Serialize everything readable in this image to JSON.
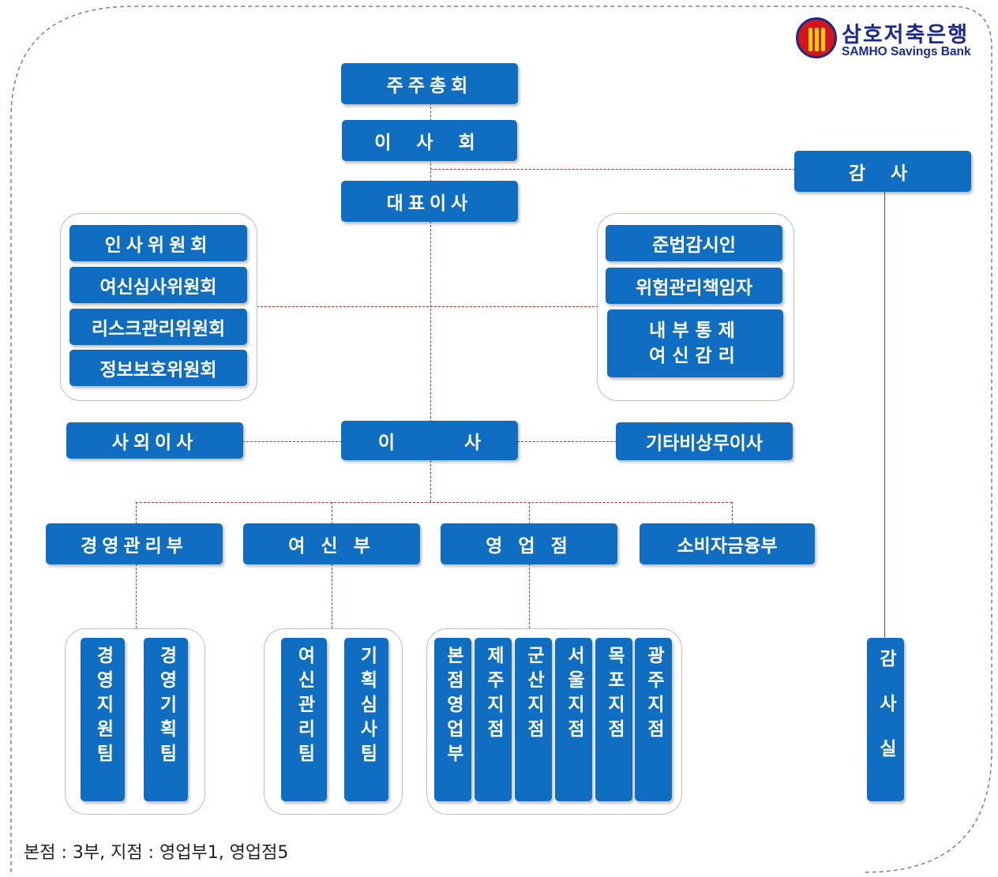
{
  "logo": {
    "korean": "삼호저축은행",
    "english": "SAMHO Savings Bank"
  },
  "top": {
    "shareholders": "주주총회",
    "board": "이 사 회",
    "ceo": "대표이사",
    "auditor": "감 사"
  },
  "committees": [
    "인사위원회",
    "여신심사위원회",
    "리스크관리위원회",
    "정보보호위원회"
  ],
  "control": {
    "compliance": "준법감시인",
    "risk_officer": "위험관리책임자",
    "internal_control": "내부통제\n여신감리"
  },
  "directors": {
    "director": "이 사",
    "outside": "사외이사",
    "non_executive": "기타비상무이사"
  },
  "departments": [
    "경영관리부",
    "여 신 부",
    "영 업 점",
    "소비자금융부"
  ],
  "teams": {
    "management": [
      "경영지원팀",
      "경영기획팀"
    ],
    "credit": [
      "여신관리팀",
      "기획심사팀"
    ],
    "branches": [
      "본점영업부",
      "제주지점",
      "군산지점",
      "서울지점",
      "목포지점",
      "광주지점"
    ]
  },
  "audit_office": "감사실",
  "footnote": "본점 : 3부, 지점 : 영업부1, 영업점5",
  "colors": {
    "box": "#0f6dc2",
    "connector": "#a63636",
    "group_border": "#b6bfd6",
    "frame": "#6f7fb0"
  }
}
